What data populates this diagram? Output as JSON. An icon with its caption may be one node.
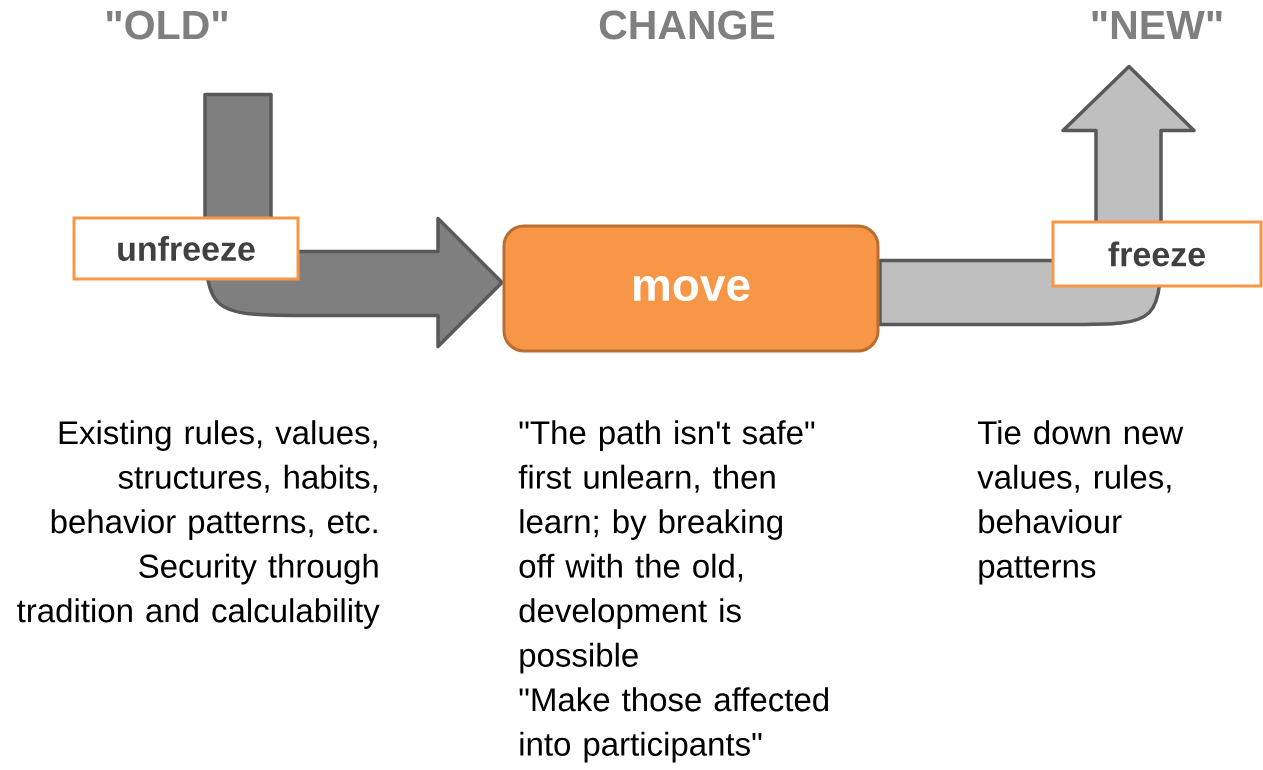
{
  "diagram": {
    "nodes": [
      {
        "text": [
          "unfreeze"
        ],
        "beside": [
          "Existing rules, values, structures, habits, behavior patterns, etc.",
          "Security through tradition and calculability"
        ]
      },
      {
        "text": [
          "move"
        ],
        "beside": [
          "\"The path isn't safe\"",
          "first unlearn, then learn; by breaking off with the old, development is possible",
          "\"Make those affected into participants\""
        ]
      },
      {
        "text": [
          "freeze"
        ]
      }
    ],
    "edges": [
      {
        "from": null,
        "to": 1,
        "arrow": "to",
        "color": "#7f7f7f"
      },
      {
        "from": 1,
        "to": null,
        "arrow": "to",
        "color": "#bfbfbf"
      }
    ],
    "labels": [
      "\"OLD\"",
      "CHANGE",
      "\"NEW\"",
      "Tie down new values, rules, behaviour patterns"
    ]
  }
}
